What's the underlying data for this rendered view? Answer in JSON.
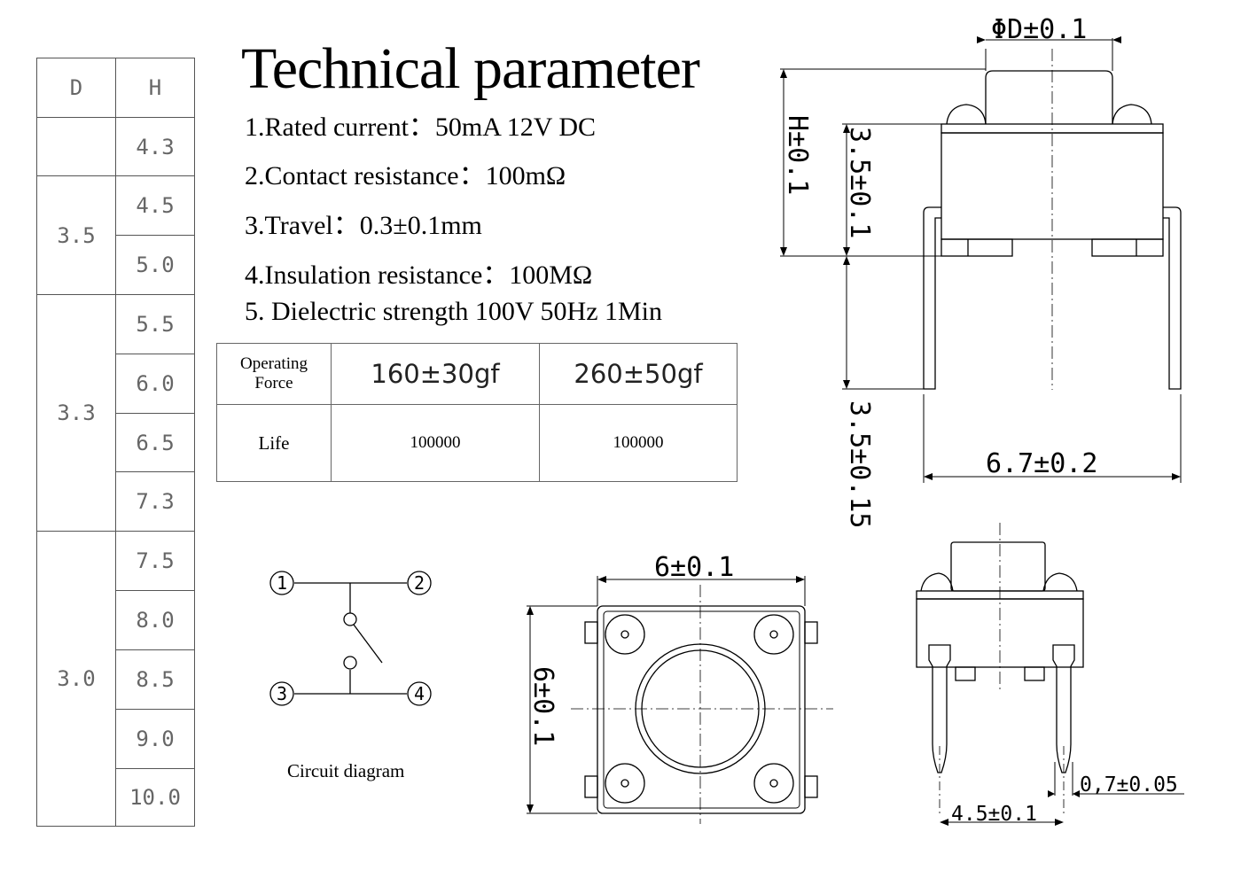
{
  "title": "Technical parameter",
  "parameters": [
    "1.Rated current：50mA 12V DC",
    "2.Contact resistance：100mΩ",
    "3.Travel：0.3±0.1mm",
    "4.Insulation resistance：100MΩ",
    "5. Dielectric strength 100V 50Hz 1Min"
  ],
  "dh_table": {
    "headers": [
      "D",
      "H"
    ],
    "groups": [
      {
        "D": "",
        "H": [
          "4.3"
        ]
      },
      {
        "D": "3.5",
        "H": [
          "4.5",
          "5.0"
        ]
      },
      {
        "D": "3.3",
        "H": [
          "5.5",
          "6.0",
          "6.5",
          "7.3"
        ]
      },
      {
        "D": "3.0",
        "H": [
          "7.5",
          "8.0",
          "8.5",
          "9.0",
          "10.0"
        ]
      }
    ]
  },
  "force_table": {
    "row1_label_line1": "Operating",
    "row1_label_line2": "Force",
    "force_1": "160±30gf",
    "force_2": "260±50gf",
    "row2_label": "Life",
    "life_1": "100000",
    "life_2": "100000"
  },
  "circuit": {
    "caption": "Circuit diagram",
    "pins": [
      "1",
      "2",
      "3",
      "4"
    ]
  },
  "dimensions": {
    "cap_diameter": "ΦD±0.1",
    "height": "H±0.1",
    "body_height": "3.5±0.1",
    "pin_length": "3.5±0.15",
    "total_width": "6.7±0.2",
    "body_width": "6±0.1",
    "body_depth": "6±0.1",
    "pin_thickness": "0,7±0.05",
    "pin_pitch": "4.5±0.1"
  }
}
